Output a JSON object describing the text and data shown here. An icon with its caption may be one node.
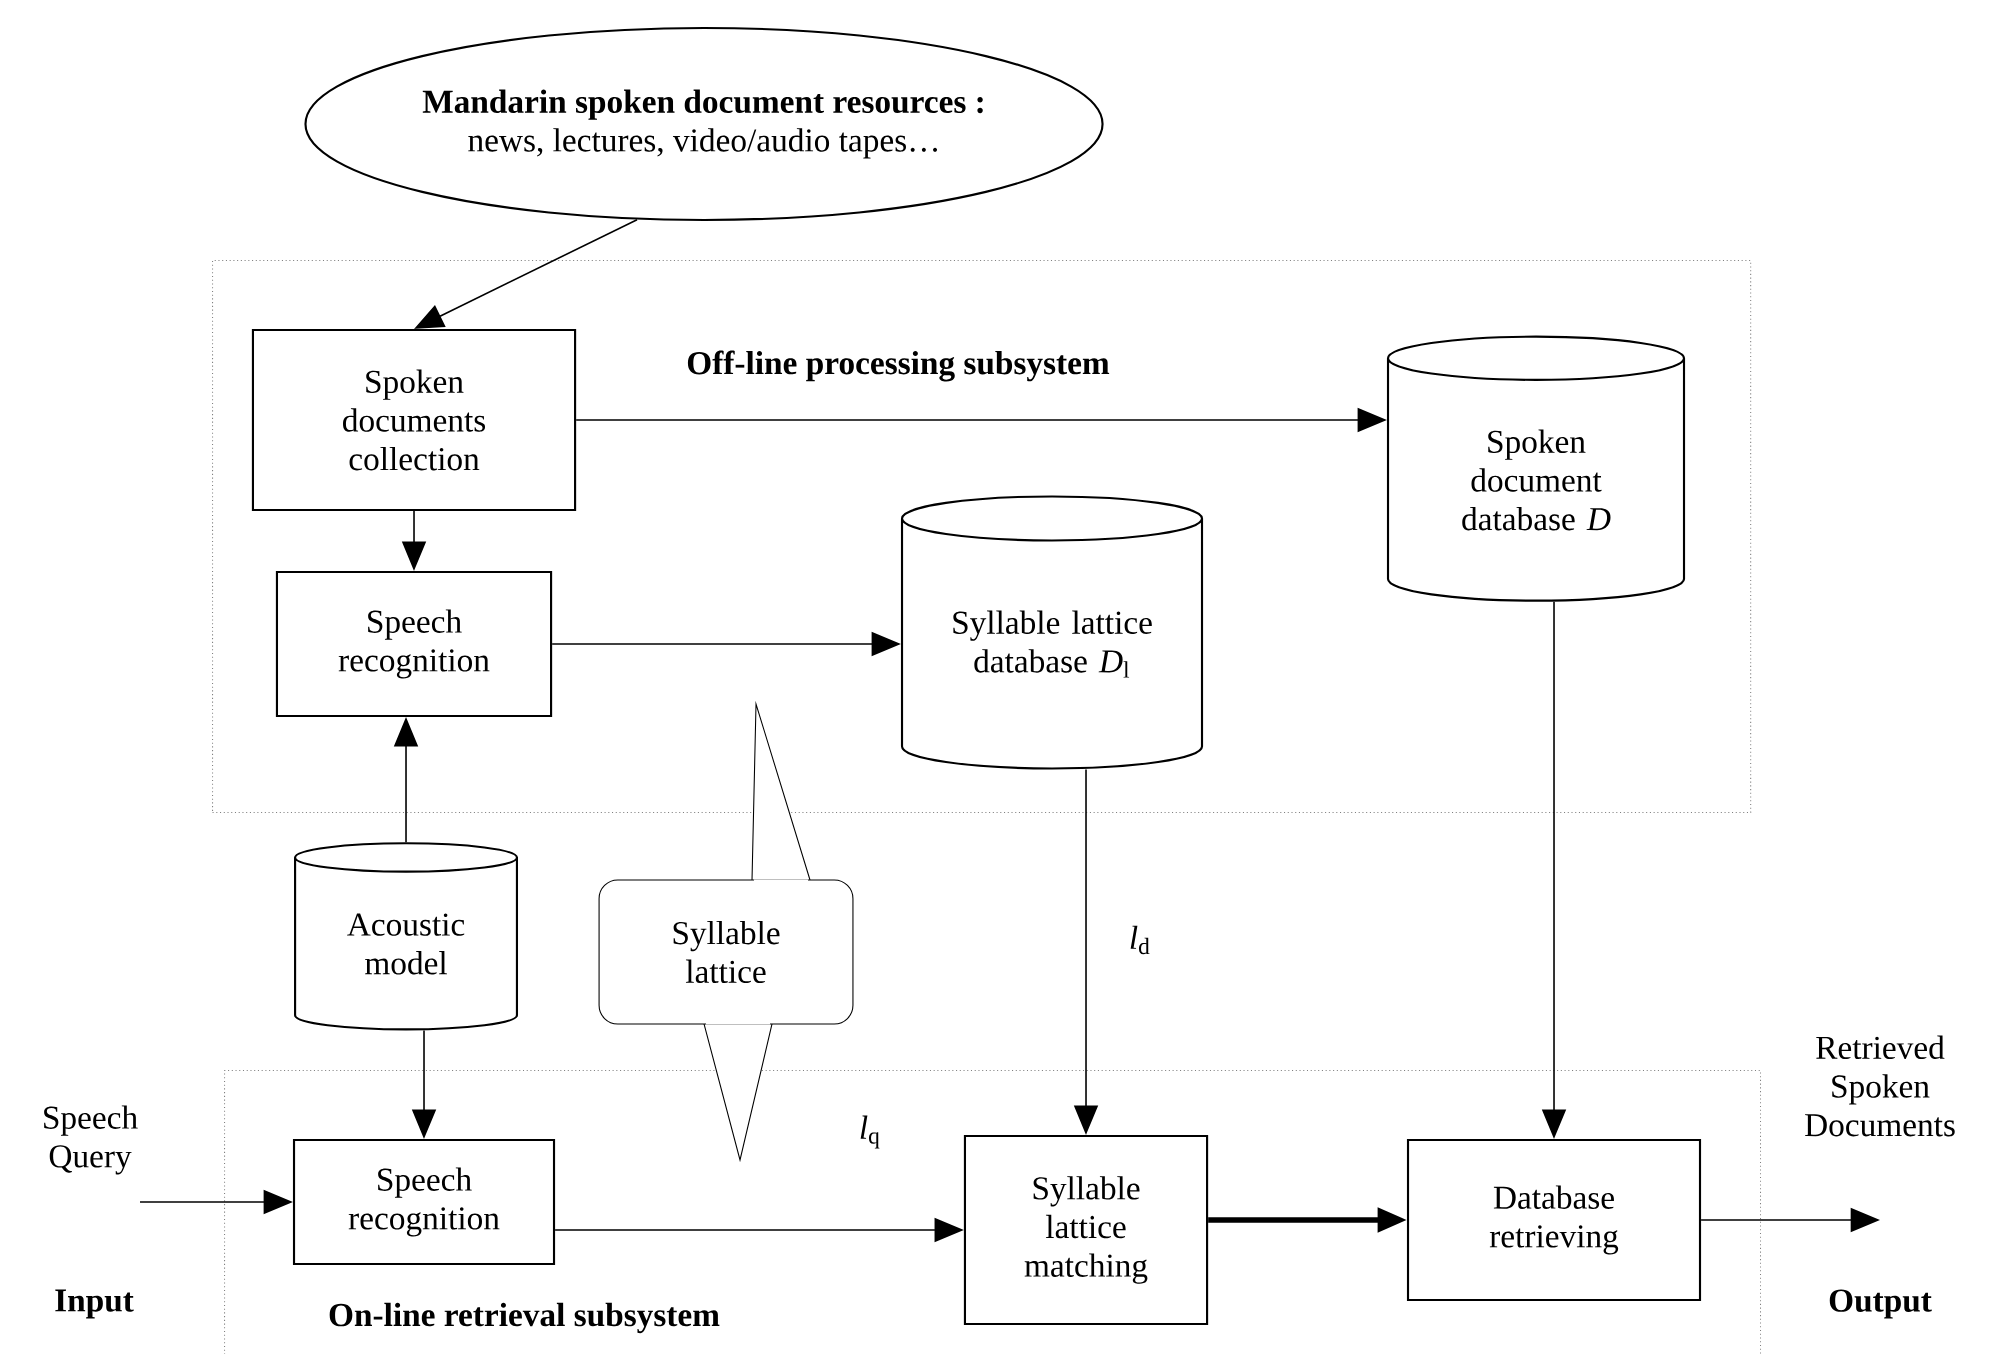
{
  "diagram": {
    "nodes": [
      {
        "text": [
          "Mandarin spoken document resources :",
          "news, lectures, video/audio tapes…"
        ]
      },
      {
        "text": [
          "Off-line processing subsystem"
        ]
      },
      {
        "text": [
          "Spoken documents collection"
        ],
        "in": 1
      },
      {
        "text": [
          "Speech recognition"
        ],
        "in": 1
      },
      {
        "text": [
          "Syllable lattice database *D*$_{l}$"
        ],
        "in": 1
      },
      {
        "text": [
          "Spoken document database *D*"
        ],
        "in": 1
      },
      {
        "text": [
          "On-line retrieval subsystem"
        ]
      },
      {
        "text": [
          "Acoustic model"
        ]
      },
      {
        "text": [
          "Syllable lattice"
        ]
      },
      {
        "text": [
          "Speech recognition"
        ],
        "in": 6
      },
      {
        "text": [
          "Syllable lattice matching"
        ],
        "in": 6
      },
      {
        "text": [
          "Database retrieving"
        ],
        "in": 6
      }
    ],
    "edges": [
      {
        "from": 0,
        "to": 2,
        "arrow": "to"
      },
      {
        "from": 2,
        "to": 5,
        "arrow": "to"
      },
      {
        "from": 2,
        "to": 3,
        "arrow": "to"
      },
      {
        "from": 3,
        "to": 4,
        "arrow": "to"
      },
      {
        "from": 7,
        "to": 3,
        "arrow": "to"
      },
      {
        "from": 7,
        "to": 9,
        "arrow": "to"
      },
      {
        "from": 4,
        "to": 10,
        "arrow": "to",
        "label": "*l*$_{d}$"
      },
      {
        "from": 5,
        "to": 11,
        "arrow": "to"
      },
      {
        "from": null,
        "to": 9,
        "arrow": "to"
      },
      {
        "from": 9,
        "to": 10,
        "arrow": "to",
        "label": "*l*$_{q}$"
      },
      {
        "from": 10,
        "to": 11,
        "arrow": "to",
        "style": "thick"
      },
      {
        "from": 11,
        "to": null,
        "arrow": "to"
      }
    ],
    "labels": [
      "Speech Query",
      "Input",
      "Retrieved Spoken Documents",
      "Output"
    ]
  }
}
